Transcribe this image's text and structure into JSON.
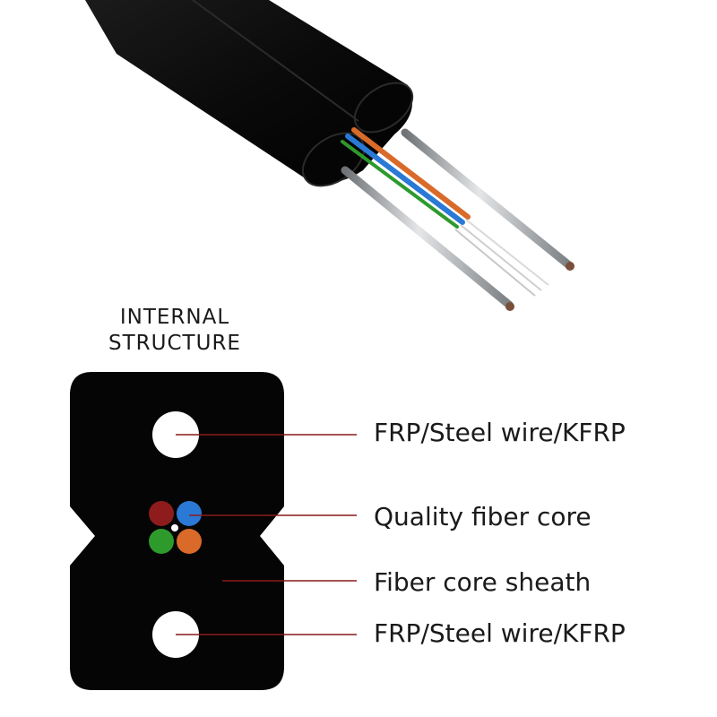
{
  "title": {
    "line1": "INTERNAL",
    "line2": "STRUCTURE"
  },
  "callouts": {
    "top_strength_member": "FRP/Steel wire/KFRP",
    "fiber_core": "Quality fiber core",
    "sheath": "Fiber core sheath",
    "bottom_strength_member": "FRP/Steel wire/KFRP"
  },
  "colors": {
    "sheath": "#050505",
    "leader_line": "#8b1a1a",
    "fiber_red": "#8e1c1c",
    "fiber_blue": "#2a79d6",
    "fiber_green": "#2e9a2c",
    "fiber_orange": "#d96a2a",
    "steel_wire": "#b9bcbf"
  }
}
